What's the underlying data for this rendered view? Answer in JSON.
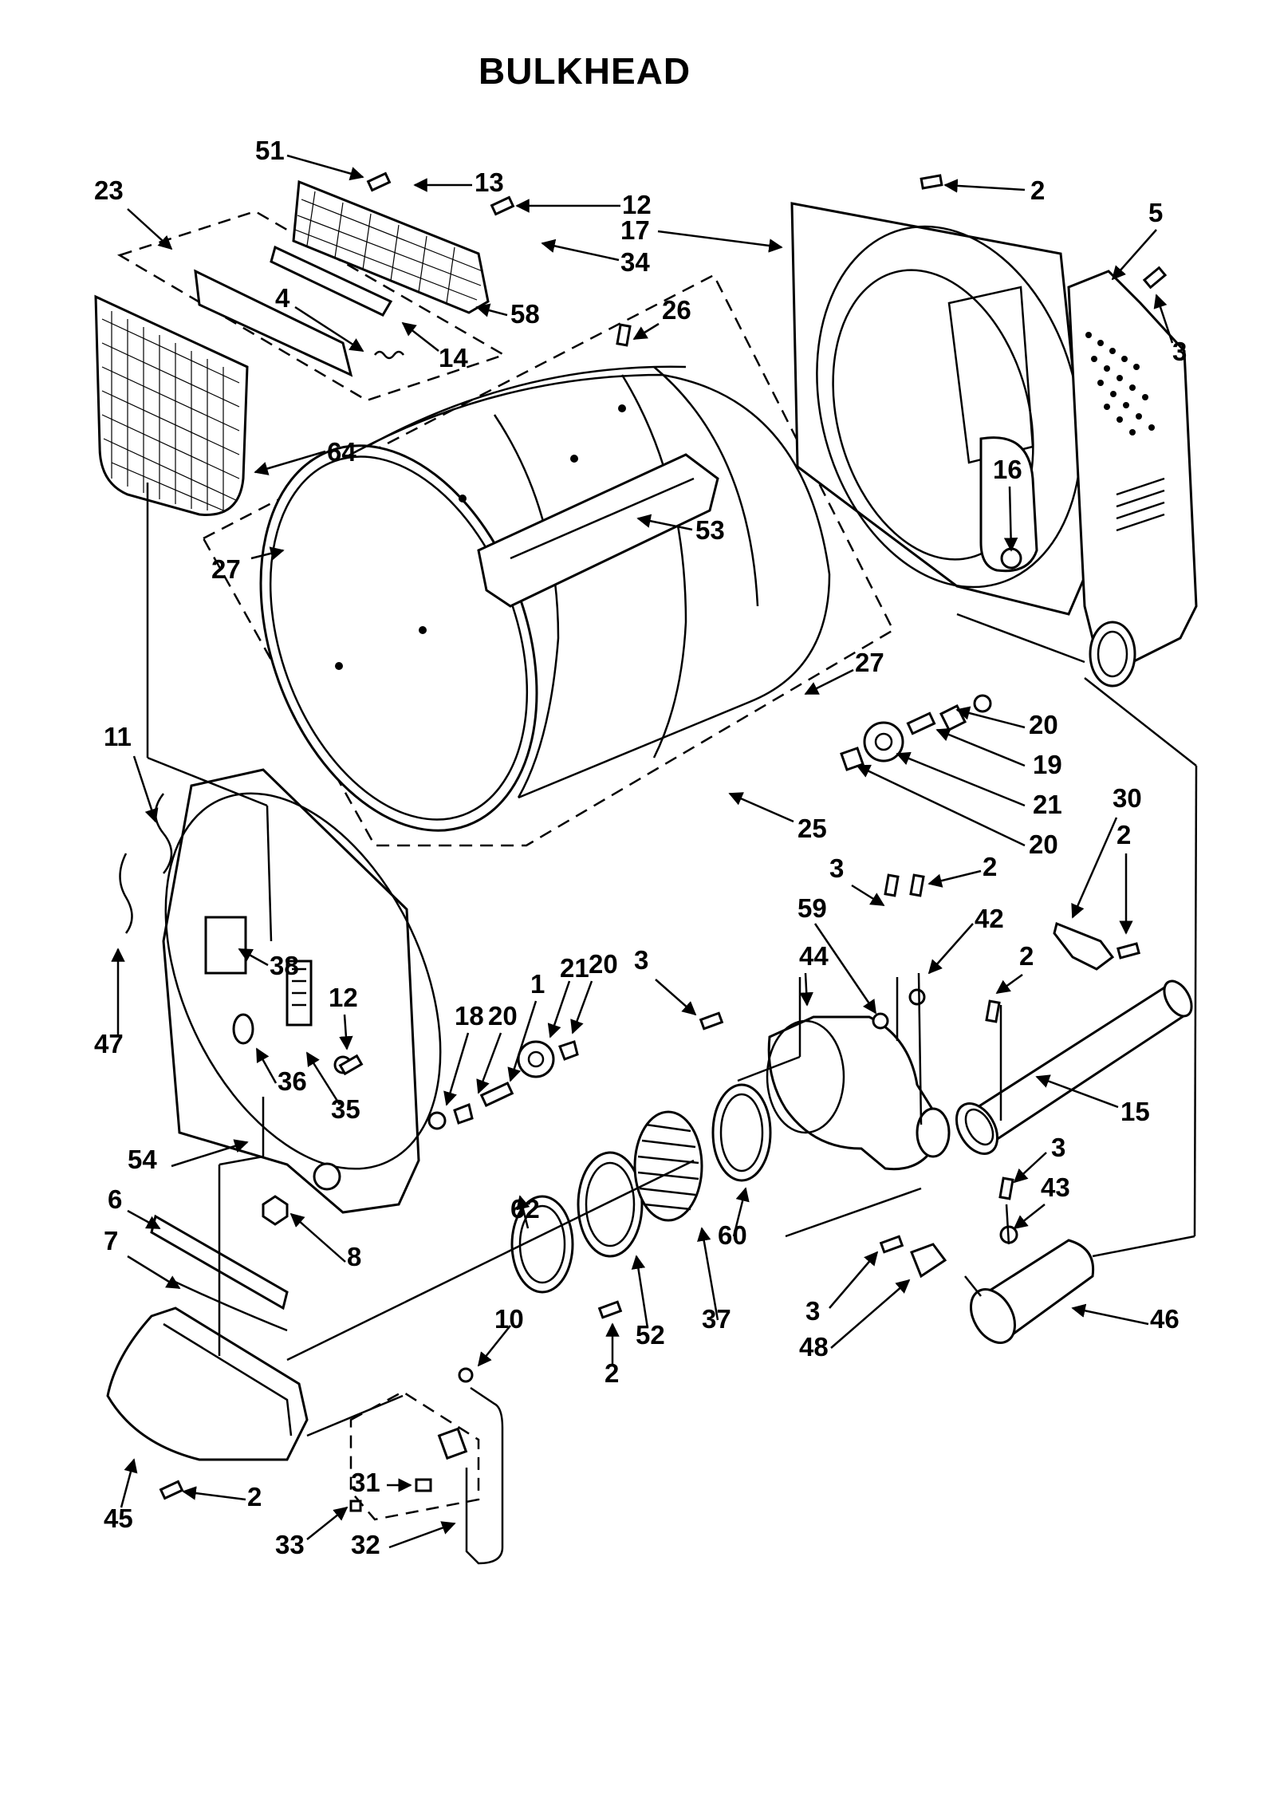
{
  "title": "BULKHEAD",
  "callouts": [
    {
      "label": "51"
    },
    {
      "label": "13"
    },
    {
      "label": "12"
    },
    {
      "label": "23"
    },
    {
      "label": "34"
    },
    {
      "label": "4"
    },
    {
      "label": "58"
    },
    {
      "label": "14"
    },
    {
      "label": "64"
    },
    {
      "label": "26"
    },
    {
      "label": "2"
    },
    {
      "label": "17"
    },
    {
      "label": "5"
    },
    {
      "label": "3"
    },
    {
      "label": "16"
    },
    {
      "label": "53"
    },
    {
      "label": "27"
    },
    {
      "label": "27"
    },
    {
      "label": "20"
    },
    {
      "label": "19"
    },
    {
      "label": "21"
    },
    {
      "label": "20"
    },
    {
      "label": "25"
    },
    {
      "label": "11"
    },
    {
      "label": "30"
    },
    {
      "label": "2"
    },
    {
      "label": "3"
    },
    {
      "label": "2"
    },
    {
      "label": "59"
    },
    {
      "label": "42"
    },
    {
      "label": "44"
    },
    {
      "label": "2"
    },
    {
      "label": "38"
    },
    {
      "label": "12"
    },
    {
      "label": "47"
    },
    {
      "label": "36"
    },
    {
      "label": "35"
    },
    {
      "label": "18"
    },
    {
      "label": "20"
    },
    {
      "label": "1"
    },
    {
      "label": "21"
    },
    {
      "label": "20"
    },
    {
      "label": "3"
    },
    {
      "label": "15"
    },
    {
      "label": "54"
    },
    {
      "label": "62"
    },
    {
      "label": "60"
    },
    {
      "label": "6"
    },
    {
      "label": "8"
    },
    {
      "label": "7"
    },
    {
      "label": "52"
    },
    {
      "label": "37"
    },
    {
      "label": "3"
    },
    {
      "label": "43"
    },
    {
      "label": "3"
    },
    {
      "label": "48"
    },
    {
      "label": "46"
    },
    {
      "label": "2"
    },
    {
      "label": "10"
    },
    {
      "label": "45"
    },
    {
      "label": "2"
    },
    {
      "label": "31"
    },
    {
      "label": "33"
    },
    {
      "label": "32"
    }
  ]
}
